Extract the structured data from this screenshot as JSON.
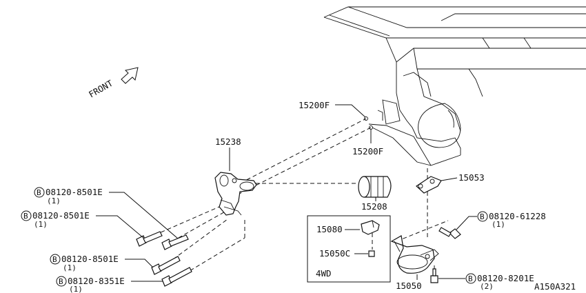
{
  "direction_label": "FRONT",
  "figure_code": "A150A321",
  "box_label": "4WD",
  "bolt_prefix": "B",
  "parts": {
    "p15238": "15238",
    "p15200F_top": "15200F",
    "p15200F_bottom": "15200F",
    "p15208": "15208",
    "p15053": "15053",
    "p15080": "15080",
    "p15050C": "15050C",
    "p15050": "15050"
  },
  "bolts": [
    {
      "code": "08120-8501E",
      "qty": "(1)"
    },
    {
      "code": "08120-8501E",
      "qty": "(1)"
    },
    {
      "code": "08120-8501E",
      "qty": "(1)"
    },
    {
      "code": "08120-8351E",
      "qty": "(1)"
    },
    {
      "code": "08120-61228",
      "qty": "(1)"
    },
    {
      "code": "08120-8201E",
      "qty": "(2)"
    }
  ]
}
